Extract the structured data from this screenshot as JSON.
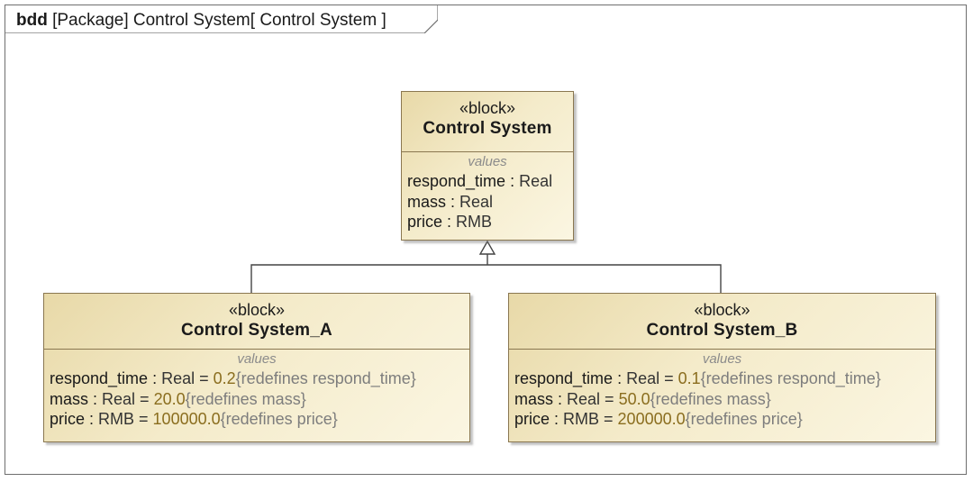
{
  "diagram": {
    "frame_kind": "bdd",
    "frame_label": "[Package] Control System[ Control System ]"
  },
  "blocks": {
    "parent": {
      "stereotype": "«block»",
      "name": "Control System",
      "compartment": "values",
      "properties": [
        {
          "name": "respond_time",
          "sep": " : ",
          "type": "Real"
        },
        {
          "name": "mass",
          "sep": " : ",
          "type": "Real"
        },
        {
          "name": "price",
          "sep": " : ",
          "type": "RMB"
        }
      ]
    },
    "a": {
      "stereotype": "«block»",
      "name": "Control System_A",
      "compartment": "values",
      "properties": [
        {
          "name": "respond_time",
          "sep": " : ",
          "type": "Real = ",
          "value": "0.2",
          "constraint": "{redefines respond_time}"
        },
        {
          "name": "mass",
          "sep": " : ",
          "type": "Real = ",
          "value": "20.0",
          "constraint": "{redefines mass}"
        },
        {
          "name": "price",
          "sep": " : ",
          "type": "RMB = ",
          "value": "100000.0",
          "constraint": "{redefines price}"
        }
      ]
    },
    "b": {
      "stereotype": "«block»",
      "name": "Control System_B",
      "compartment": "values",
      "properties": [
        {
          "name": "respond_time",
          "sep": " : ",
          "type": "Real = ",
          "value": "0.1",
          "constraint": "{redefines respond_time}"
        },
        {
          "name": "mass",
          "sep": " : ",
          "type": "Real = ",
          "value": "50.0",
          "constraint": "{redefines mass}"
        },
        {
          "name": "price",
          "sep": " : ",
          "type": "RMB = ",
          "value": "200000.0",
          "constraint": "{redefines price}"
        }
      ]
    }
  },
  "relationships": [
    {
      "kind": "generalization",
      "from": "a",
      "to": "parent"
    },
    {
      "kind": "generalization",
      "from": "b",
      "to": "parent"
    }
  ]
}
